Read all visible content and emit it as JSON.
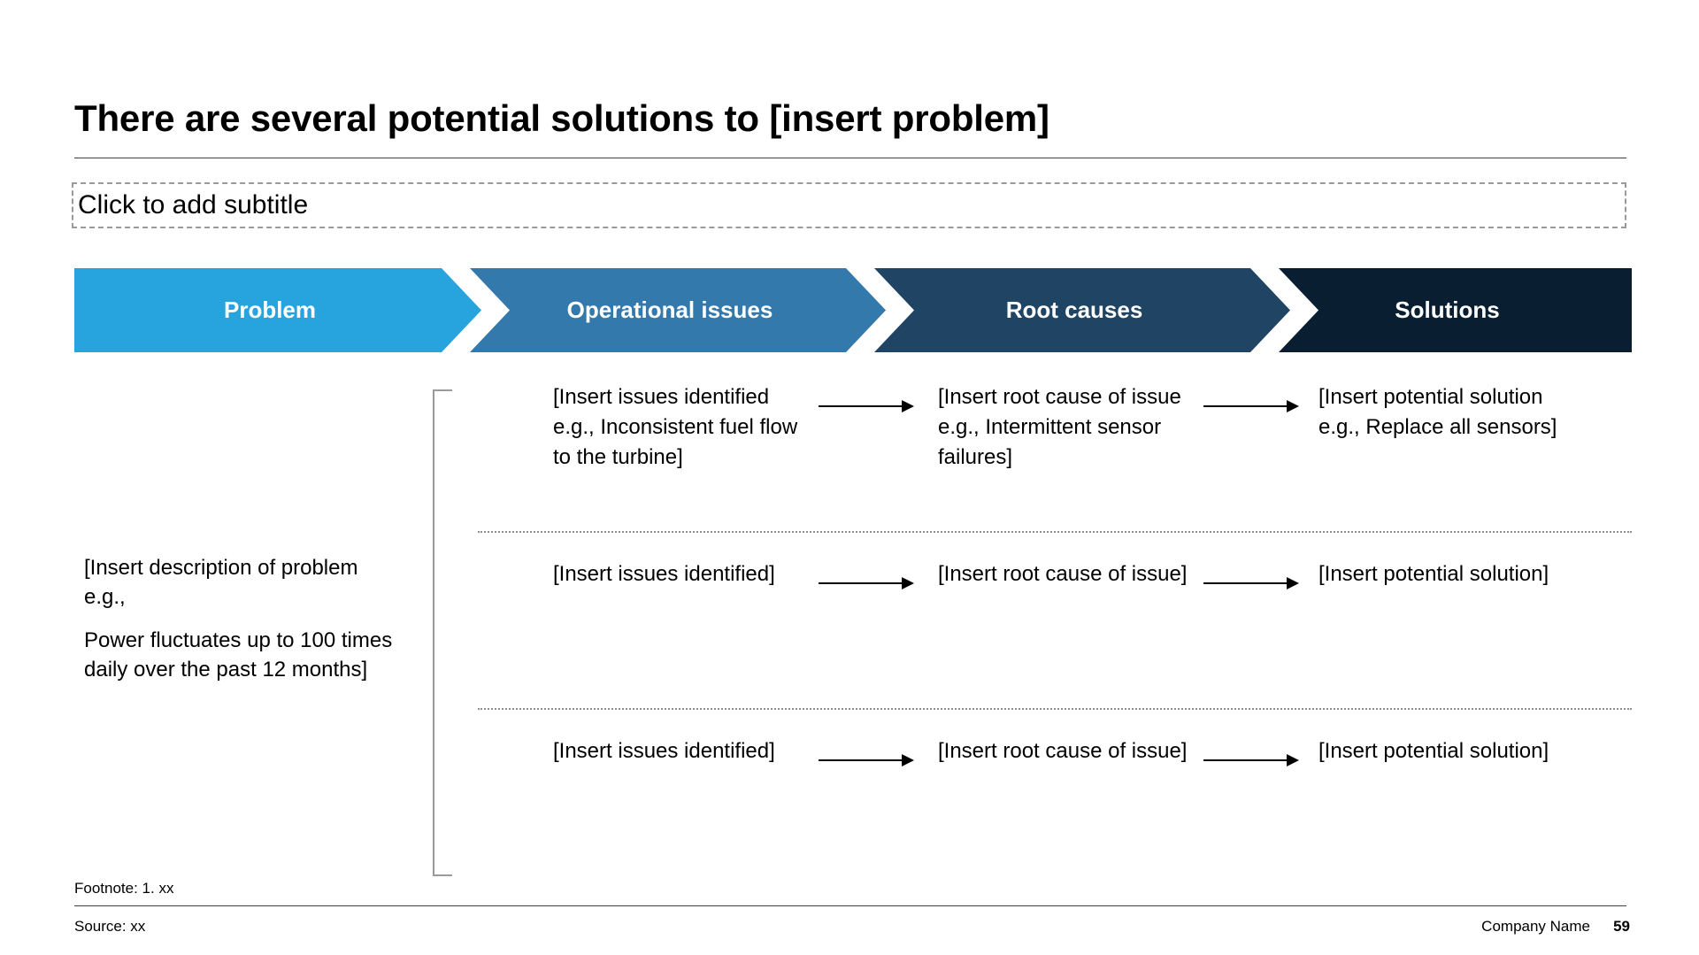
{
  "slide": {
    "title": "There are several potential solutions to [insert problem]",
    "subtitle_placeholder": "Click to add subtitle"
  },
  "banner": {
    "steps": [
      {
        "label": "Problem",
        "color": "#27A4DE"
      },
      {
        "label": "Operational issues",
        "color": "#3479AC"
      },
      {
        "label": "Root causes",
        "color": "#204463"
      },
      {
        "label": "Solutions",
        "color": "#0A1E31"
      }
    ]
  },
  "problem_column": {
    "paragraphs": [
      "[Insert description of problem e.g.,",
      "Power fluctuates up to 100 times daily over the past 12 months]"
    ]
  },
  "rows": [
    {
      "issue": "[Insert issues identified e.g., Inconsistent fuel flow to the turbine]",
      "root_cause": "[Insert root cause of issue e.g., Intermittent sensor failures]",
      "solution": "[Insert potential solution e.g., Replace all sensors]"
    },
    {
      "issue": "[Insert issues identified]",
      "root_cause": "[Insert root cause of issue]",
      "solution": "[Insert potential solution]"
    },
    {
      "issue": "[Insert issues identified]",
      "root_cause": "[Insert root cause of issue]",
      "solution": "[Insert potential solution]"
    }
  ],
  "footer": {
    "footnote": "Footnote: 1. xx",
    "source": "Source: xx",
    "company": "Company Name",
    "page_number": "59"
  }
}
